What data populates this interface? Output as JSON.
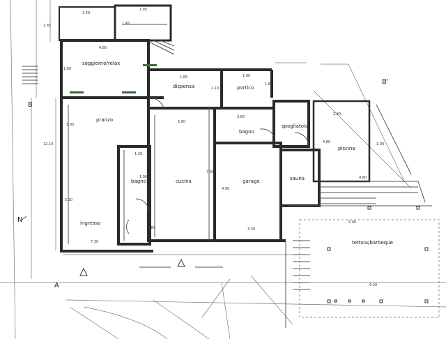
{
  "rooms": {
    "soggiorno": "soggiorno/relax",
    "pranzo": "pranzo",
    "dispensa": "dispensa",
    "portico": "portico",
    "bagno_main": "bagno",
    "bagno_small": "bagno",
    "spogliatoio": "spogliatoio",
    "piscina": "piscina",
    "cucina": "cucina",
    "garage": "garage",
    "sauna": "sauna",
    "ingresso": "ingresso",
    "tettoia": "tettoia/barbeque"
  },
  "dimensions": {
    "d1": "1.40",
    "d2": "1.85",
    "d3": "4.80",
    "d4": "1.85",
    "d5": "2.10",
    "d6": "1.90",
    "d7": "1.80",
    "d8": "3.80",
    "d9": "2.80",
    "d10": "5.80",
    "d11": "3.90",
    "d12": "4.80",
    "d13": "1.20",
    "d14": "7.90",
    "d15": "4.90",
    "d16": "4.80",
    "d17": "3.30",
    "d18": "1.80",
    "d19": "5.10",
    "d20": "12.10",
    "d21": "7.30",
    "d22": "6.20",
    "d23": "5.90",
    "d24": "1.60",
    "d25": "1.45",
    "d26": "1.90",
    "d27": "1.00",
    "d28": "2.85"
  },
  "markers": {
    "section_b_left": "B",
    "section_b_right": "B'",
    "section_a": "A",
    "north": "N"
  }
}
